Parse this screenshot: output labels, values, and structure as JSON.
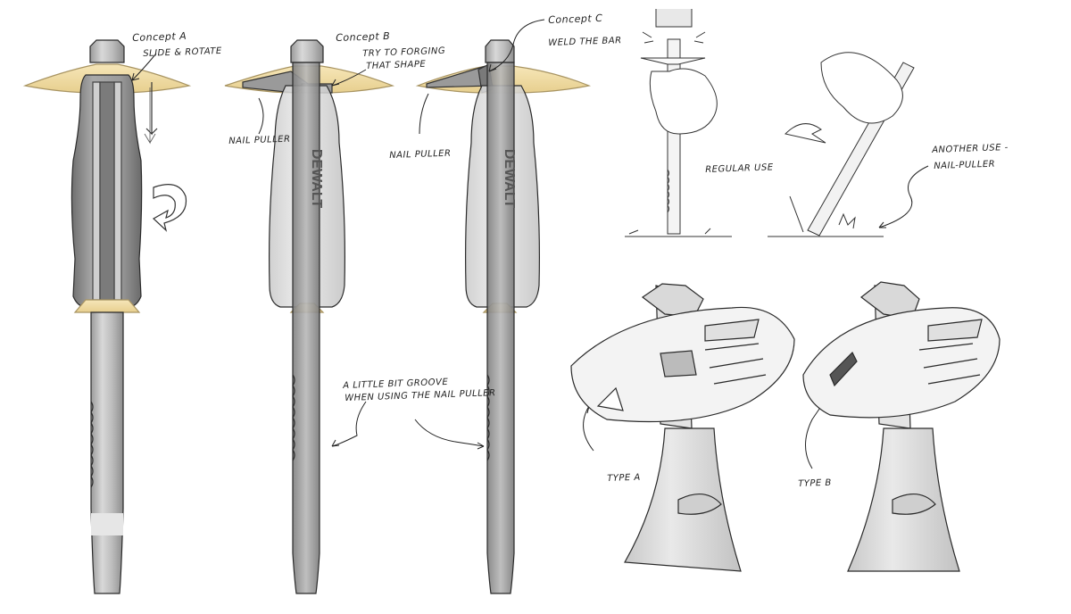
{
  "concepts": {
    "a": {
      "title": "Concept A",
      "note": "SLIDE & ROTATE"
    },
    "b": {
      "title": "Concept B",
      "note_1": "TRY TO FORGING",
      "note_2": "THAT SHAPE",
      "puller": "NAIL PULLER"
    },
    "c": {
      "title": "Concept C",
      "note": "WELD THE BAR",
      "puller": "NAIL PULLER"
    }
  },
  "brand_mark": "DEWALT",
  "groove_note": {
    "line_1": "A LITTLE BIT GROOVE",
    "line_2": "WHEN USING THE NAIL PULLER"
  },
  "usage": {
    "regular": "REGULAR USE",
    "another_1": "ANOTHER USE -",
    "another_2": "NAIL-PULLER"
  },
  "types": {
    "a": "TYPE A",
    "b": "TYPE B"
  },
  "colors": {
    "guard": "#f1dba1",
    "guard_stroke": "#a89462",
    "grip_dark": "#8d8d8d",
    "steel": "#c8c8c8",
    "ink": "#2a2a2a"
  }
}
